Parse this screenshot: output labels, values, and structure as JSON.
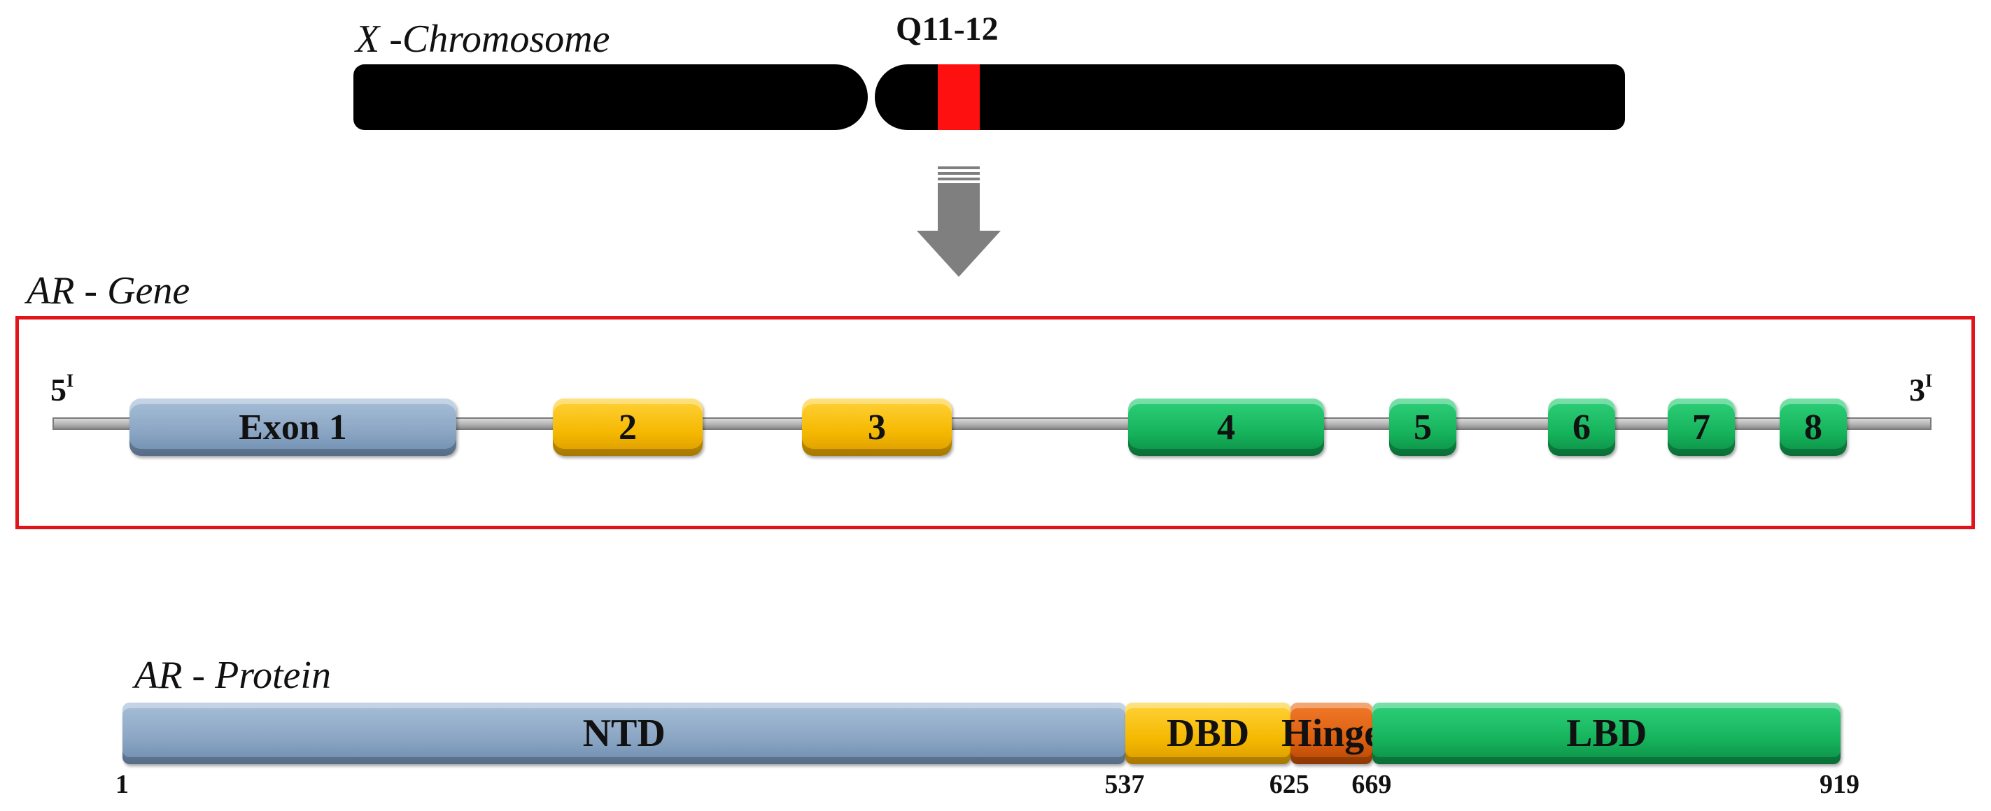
{
  "chromosome": {
    "title": "X -Chromosome",
    "band_label": "Q11-12",
    "band_color": "#ff1010"
  },
  "gene": {
    "title": "AR - Gene",
    "box_color": "#e0141a",
    "five_prime": "5",
    "three_prime": "3",
    "prime_mark": "I",
    "exons": [
      {
        "label": "Exon 1",
        "color": "#8aa5c3"
      },
      {
        "label": "2",
        "color": "#f5b800"
      },
      {
        "label": "3",
        "color": "#f5b800"
      },
      {
        "label": "4",
        "color": "#16b35c"
      },
      {
        "label": "5",
        "color": "#16b35c"
      },
      {
        "label": "6",
        "color": "#16b35c"
      },
      {
        "label": "7",
        "color": "#16b35c"
      },
      {
        "label": "8",
        "color": "#16b35c"
      }
    ]
  },
  "protein": {
    "title": "AR - Protein",
    "domains": [
      {
        "label": "NTD",
        "start": 1,
        "end": 537,
        "color": "#8aa5c3"
      },
      {
        "label": "DBD",
        "start": 537,
        "end": 625,
        "color": "#f5b800"
      },
      {
        "label": "Hinge",
        "start": 625,
        "end": 669,
        "color": "#dd5f10"
      },
      {
        "label": "LBD",
        "start": 669,
        "end": 919,
        "color": "#16b35c"
      }
    ],
    "positions": [
      "1",
      "537",
      "625",
      "669",
      "919"
    ]
  }
}
